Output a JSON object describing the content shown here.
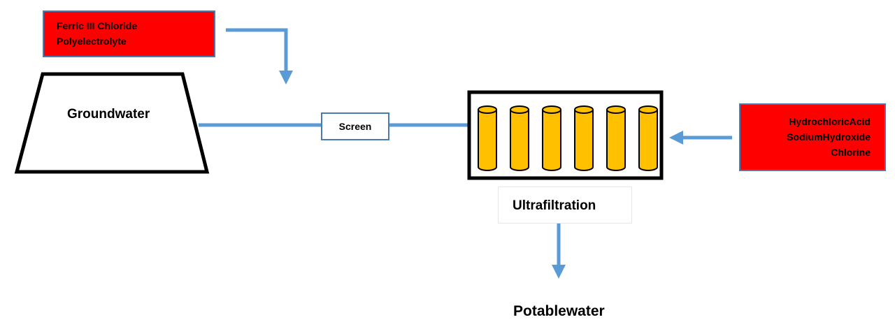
{
  "chemicals_left": {
    "lines": [
      "Ferric III Chloride",
      "Polyelectrolyte"
    ]
  },
  "source": {
    "label": "Groundwater"
  },
  "screen": {
    "label": "Screen"
  },
  "ultrafiltration": {
    "label": "Ultrafiltration",
    "cartridge_count": 6
  },
  "chemicals_right": {
    "lines": [
      "HydrochloricAcid",
      "SodiumHydroxide",
      "Chlorine"
    ]
  },
  "output": {
    "label": "Potablewater"
  },
  "colors": {
    "pipe": "#5b9bd5",
    "chemical_fill": "#ff0000",
    "chemical_border": "#4a7bb0",
    "cartridge_fill": "#ffc000",
    "outline": "#000000"
  }
}
